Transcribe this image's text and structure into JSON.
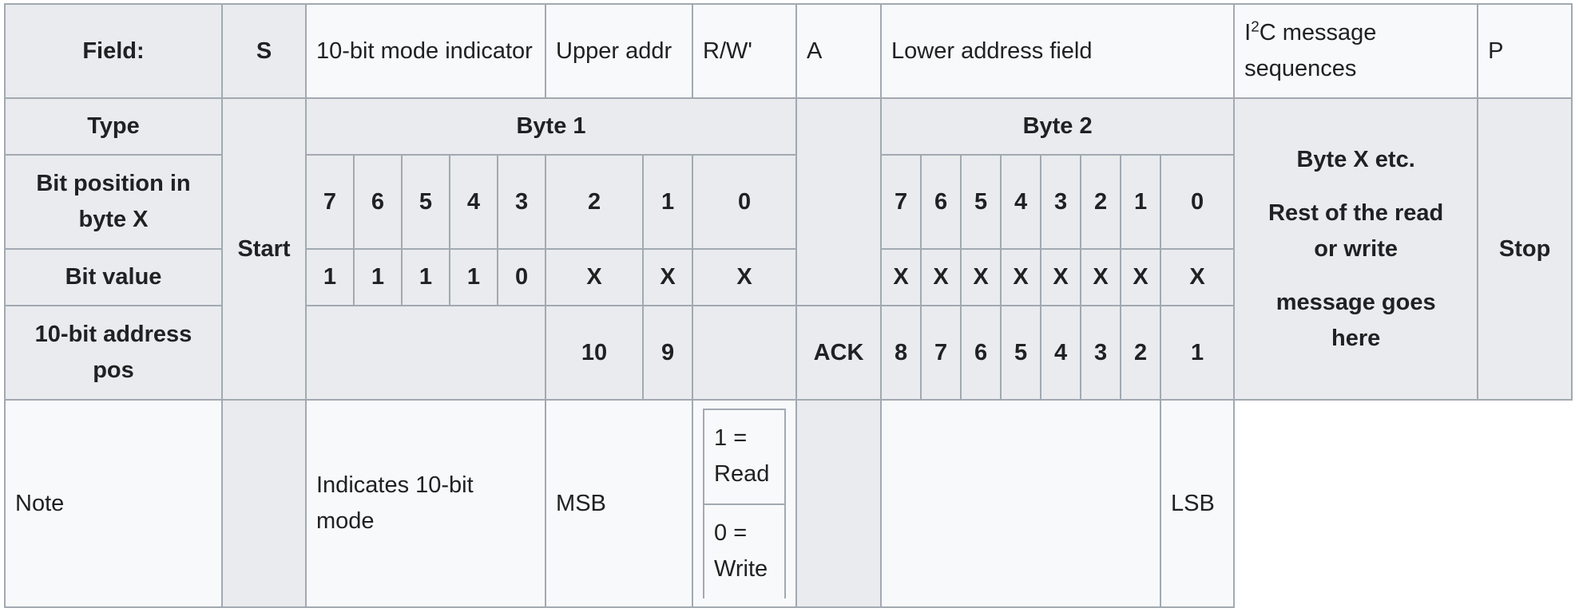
{
  "table": {
    "rows": {
      "field": {
        "label": "Field:",
        "s": "S",
        "mode_indicator": "10-bit mode indicator",
        "upper_addr": "Upper addr",
        "rw": "R/W'",
        "a": "A",
        "lower_addr": "Lower address field",
        "i2c_msg_pre": "I",
        "i2c_msg_sup": "2",
        "i2c_msg_post": "C message sequences",
        "p": "P"
      },
      "type": {
        "label": "Type",
        "byte1": "Byte 1",
        "byte2": "Byte 2"
      },
      "bit_position": {
        "label": "Bit position in byte X",
        "byte1_bits": [
          "7",
          "6",
          "5",
          "4",
          "3",
          "2",
          "1",
          "0"
        ],
        "byte2_bits": [
          "7",
          "6",
          "5",
          "4",
          "3",
          "2",
          "1",
          "0"
        ]
      },
      "bit_value": {
        "label": "Bit value",
        "byte1_values": [
          "1",
          "1",
          "1",
          "1",
          "0",
          "X",
          "X",
          "X"
        ],
        "byte2_values": [
          "X",
          "X",
          "X",
          "X",
          "X",
          "X",
          "X",
          "X"
        ]
      },
      "address_pos": {
        "label": "10-bit address pos",
        "start": "Start",
        "byte1_blank_span": "",
        "byte1_values": [
          "10",
          "9"
        ],
        "byte1_trailing_blank": "",
        "ack": "ACK",
        "byte2_values": [
          "8",
          "7",
          "6",
          "5",
          "4",
          "3",
          "2",
          "1"
        ],
        "stop": "Stop"
      },
      "note": {
        "label": "Note",
        "indicates_mode": "Indicates 10-bit mode",
        "msb": "MSB",
        "rw_read": "1 = Read",
        "rw_write": "0 = Write",
        "lsb": "LSB"
      }
    },
    "byte_x_note": {
      "line1": "Byte X etc.",
      "line2": "Rest of the read or write",
      "line3": "message goes here"
    }
  },
  "colors": {
    "border": "#a2a9b1",
    "header_fill": "#f8f9fa",
    "body_fill": "#e9ebee",
    "text": "#202122"
  }
}
